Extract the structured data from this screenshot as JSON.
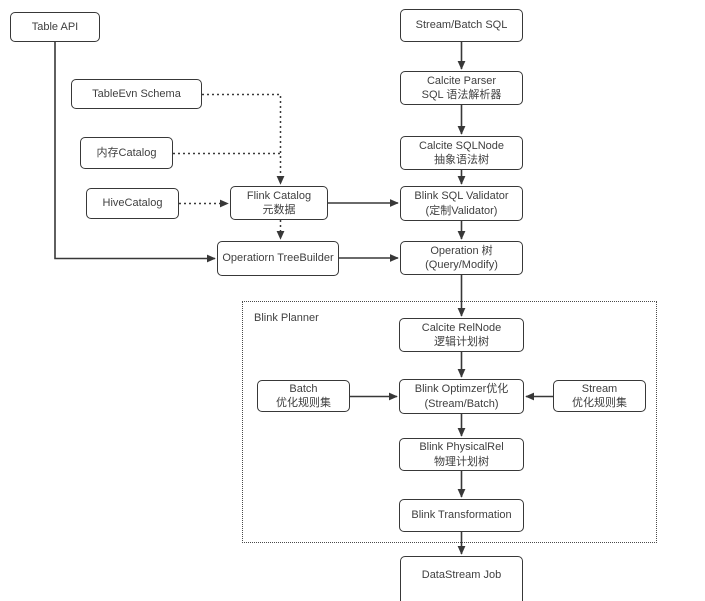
{
  "diagram": {
    "title_semantic": "flink-blink-planner-architecture-flowchart",
    "background_color": "#ffffff",
    "line_color": "#383838",
    "box_border_color": "#383838",
    "text_color": "#3f3f3f"
  },
  "planner_group": {
    "label": "Blink Planner"
  },
  "nodes": {
    "table_api": {
      "line1": "Table API"
    },
    "tableevn_schema": {
      "line1": "TableEvn Schema"
    },
    "memory_catalog": {
      "line1": "内存Catalog"
    },
    "hive_catalog": {
      "line1": "HiveCatalog"
    },
    "flink_catalog": {
      "line1": "Flink Catalog",
      "line2": "元数据"
    },
    "operatiorn_treebuilder": {
      "line1": "Operatiorn TreeBuilder"
    },
    "stream_batch_sql": {
      "line1": "Stream/Batch SQL"
    },
    "calcite_parser": {
      "line1": "Calcite Parser",
      "line2": "SQL 语法解析器"
    },
    "calcite_sqlnode": {
      "line1": "Calcite SQLNode",
      "line2": "抽象语法树"
    },
    "blink_sql_validator": {
      "line1": "Blink SQL Validator",
      "line2": "(定制Validator)"
    },
    "operation_tree": {
      "line1": "Operation 树",
      "line2": "(Query/Modify)"
    },
    "calcite_relnode": {
      "line1": "Calcite RelNode",
      "line2": "逻辑计划树"
    },
    "batch_rules": {
      "line1": "Batch",
      "line2": "优化规则集"
    },
    "blink_optimizer": {
      "line1": "Blink Optimzer优化",
      "line2": "(Stream/Batch)"
    },
    "stream_rules": {
      "line1": "Stream",
      "line2": "优化规则集"
    },
    "blink_physicalrel": {
      "line1": "Blink PhysicalRel",
      "line2": "物理计划树"
    },
    "blink_transformation": {
      "line1": "Blink Transformation"
    },
    "datastream_job": {
      "line1": "DataStream Job"
    }
  }
}
